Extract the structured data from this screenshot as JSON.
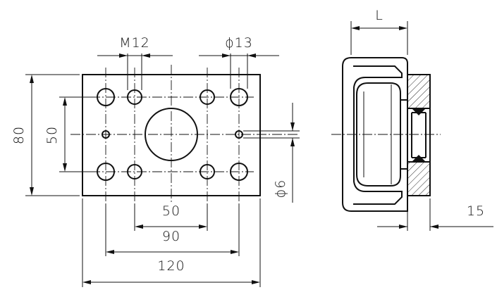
{
  "front_view": {
    "thread_label": "M12",
    "bore_label": "ϕ13",
    "height_outer": "80",
    "height_inner": "50",
    "pin_label": "ϕ6",
    "width_inner": "50",
    "width_middle": "90",
    "width_outer": "120"
  },
  "side_view": {
    "length_label": "L",
    "thickness_label": "15"
  }
}
